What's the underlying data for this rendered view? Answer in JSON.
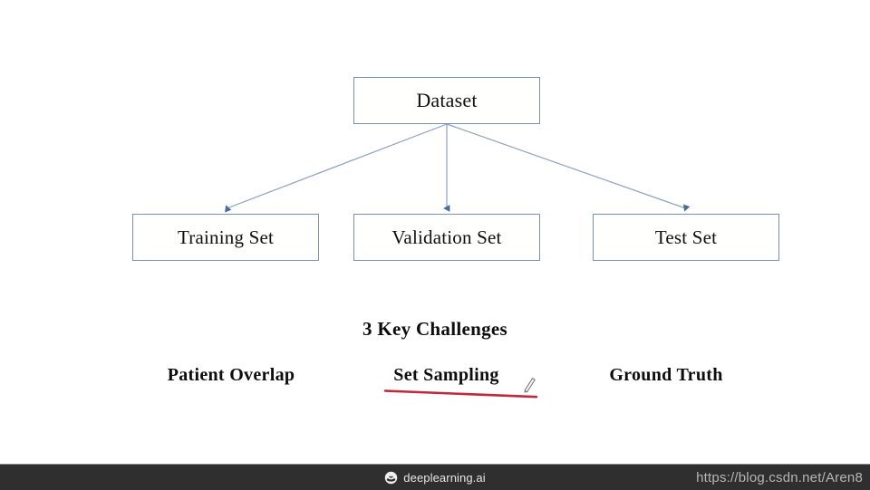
{
  "diagram": {
    "root": {
      "label": "Dataset"
    },
    "children": [
      {
        "label": "Training Set"
      },
      {
        "label": "Validation Set"
      },
      {
        "label": "Test Set"
      }
    ],
    "edge_color": "#7b90ae",
    "box_border_color": "#7b90ae"
  },
  "challenges": {
    "heading": "3 Key Challenges",
    "items": [
      {
        "label": "Patient Overlap"
      },
      {
        "label": "Set Sampling"
      },
      {
        "label": "Ground Truth"
      }
    ],
    "annotation": {
      "underline_target": "Set Sampling",
      "underline_color": "#c0283c",
      "cursor_icon": "pen-icon"
    }
  },
  "footer": {
    "brand": "deeplearning.ai",
    "brand_logo_icon": "deeplearning-spiral-icon",
    "watermark": "https://blog.csdn.net/Aren8",
    "bar_color": "#2f2f2f"
  }
}
